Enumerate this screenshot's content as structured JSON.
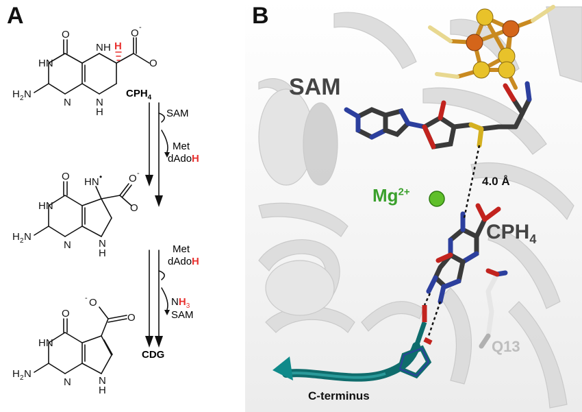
{
  "panel_a": {
    "letter": "A",
    "cph4_label": "CPH",
    "cph4_sub": "4",
    "step1": {
      "in_label": "SAM",
      "out_label_1": "Met",
      "out_label_2": "dAdo",
      "out_label_2_h": "H"
    },
    "step2": {
      "in_label_1": "Met",
      "in_label_2": "dAdo",
      "in_label_2_h": "H",
      "out_label_1_n": "N",
      "out_label_1_h": "H",
      "out_label_1_sub": "3",
      "out_label_2": "SAM"
    },
    "cdg_label": "CDG"
  },
  "panel_b": {
    "letter": "B",
    "sam_label": "SAM",
    "mg_label": "Mg",
    "mg_sup": "2+",
    "distance_label": "4.0 Å",
    "cph4_label": "CPH",
    "cph4_sub": "4",
    "q13_label": "Q13",
    "cterm_label": "C-terminus"
  },
  "colors": {
    "highlight_red": "#e8312f",
    "mg_green": "#3aa02c",
    "teal": "#147a7a",
    "protein_gray": "#d7d7d7",
    "fes_orange": "#d4651a",
    "fes_yellow": "#e8c22a",
    "dark_carbon": "#3a3a3a",
    "nitrogen_blue": "#2c3f9e",
    "oxygen_red": "#c2231e"
  }
}
